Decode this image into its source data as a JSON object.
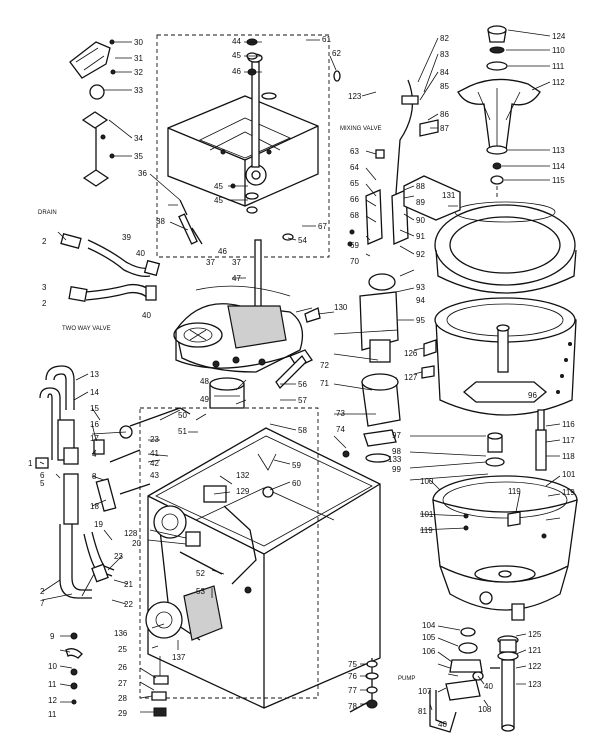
{
  "callouts": [
    {
      "id": "c30",
      "text": "30"
    },
    {
      "id": "c31",
      "text": "31"
    },
    {
      "id": "c32",
      "text": "32"
    },
    {
      "id": "c33",
      "text": "33"
    },
    {
      "id": "c34",
      "text": "34"
    },
    {
      "id": "c35",
      "text": "35"
    },
    {
      "id": "c36",
      "text": "36"
    },
    {
      "id": "c37a",
      "text": "37"
    },
    {
      "id": "c37b",
      "text": "37"
    },
    {
      "id": "c38",
      "text": "38"
    },
    {
      "id": "c39",
      "text": "39"
    },
    {
      "id": "c40a",
      "text": "40"
    },
    {
      "id": "c40b",
      "text": "40"
    },
    {
      "id": "c2a",
      "text": "2"
    },
    {
      "id": "c2b",
      "text": "2"
    },
    {
      "id": "c3",
      "text": "3"
    },
    {
      "id": "c44",
      "text": "44"
    },
    {
      "id": "c45a",
      "text": "45"
    },
    {
      "id": "c46a",
      "text": "46"
    },
    {
      "id": "c61",
      "text": "61"
    },
    {
      "id": "c62",
      "text": "62"
    },
    {
      "id": "c45b",
      "text": "45"
    },
    {
      "id": "c45c",
      "text": "45"
    },
    {
      "id": "c47",
      "text": "47"
    },
    {
      "id": "c46b",
      "text": "46"
    },
    {
      "id": "c48",
      "text": "48"
    },
    {
      "id": "c49",
      "text": "49"
    },
    {
      "id": "c50",
      "text": "50"
    },
    {
      "id": "c51",
      "text": "51"
    },
    {
      "id": "c130",
      "text": "130"
    },
    {
      "id": "c56",
      "text": "56"
    },
    {
      "id": "c57",
      "text": "57"
    },
    {
      "id": "c58",
      "text": "58"
    },
    {
      "id": "c54",
      "text": "54"
    },
    {
      "id": "c67",
      "text": "67"
    },
    {
      "id": "c123",
      "text": "123"
    },
    {
      "id": "c82",
      "text": "82"
    },
    {
      "id": "c83",
      "text": "83"
    },
    {
      "id": "c84",
      "text": "84"
    },
    {
      "id": "c85",
      "text": "85"
    },
    {
      "id": "c86",
      "text": "86"
    },
    {
      "id": "c87",
      "text": "87"
    },
    {
      "id": "c63",
      "text": "63"
    },
    {
      "id": "c64",
      "text": "64"
    },
    {
      "id": "c65",
      "text": "65"
    },
    {
      "id": "c66",
      "text": "66"
    },
    {
      "id": "c68",
      "text": "68"
    },
    {
      "id": "c69",
      "text": "69"
    },
    {
      "id": "c70",
      "text": "70"
    },
    {
      "id": "c88",
      "text": "88"
    },
    {
      "id": "c89",
      "text": "89"
    },
    {
      "id": "c90",
      "text": "90"
    },
    {
      "id": "c91",
      "text": "91"
    },
    {
      "id": "c92",
      "text": "92"
    },
    {
      "id": "c93",
      "text": "93"
    },
    {
      "id": "c94",
      "text": "94"
    },
    {
      "id": "c95",
      "text": "95"
    },
    {
      "id": "c96",
      "text": "96"
    },
    {
      "id": "c126",
      "text": "126"
    },
    {
      "id": "c127",
      "text": "127"
    },
    {
      "id": "c131",
      "text": "131"
    },
    {
      "id": "c124",
      "text": "124"
    },
    {
      "id": "c110",
      "text": "110"
    },
    {
      "id": "c111",
      "text": "111"
    },
    {
      "id": "c112",
      "text": "112"
    },
    {
      "id": "c113",
      "text": "113"
    },
    {
      "id": "c114",
      "text": "114"
    },
    {
      "id": "c115",
      "text": "115"
    },
    {
      "id": "c71",
      "text": "71"
    },
    {
      "id": "c72",
      "text": "72"
    },
    {
      "id": "c73",
      "text": "73"
    },
    {
      "id": "c74",
      "text": "74"
    },
    {
      "id": "c97",
      "text": "97"
    },
    {
      "id": "c98",
      "text": "98"
    },
    {
      "id": "c99",
      "text": "99"
    },
    {
      "id": "c133",
      "text": "133"
    },
    {
      "id": "c116",
      "text": "116"
    },
    {
      "id": "c117",
      "text": "117"
    },
    {
      "id": "c118",
      "text": "118"
    },
    {
      "id": "c101a",
      "text": "101"
    },
    {
      "id": "c119a",
      "text": "119"
    },
    {
      "id": "c100",
      "text": "100"
    },
    {
      "id": "c119b",
      "text": "119"
    },
    {
      "id": "c101b",
      "text": "101"
    },
    {
      "id": "c119c",
      "text": "119"
    },
    {
      "id": "c13",
      "text": "13"
    },
    {
      "id": "c14",
      "text": "14"
    },
    {
      "id": "c15",
      "text": "15"
    },
    {
      "id": "c16",
      "text": "16"
    },
    {
      "id": "c17",
      "text": "17"
    },
    {
      "id": "c18",
      "text": "18"
    },
    {
      "id": "c19",
      "text": "19"
    },
    {
      "id": "c1",
      "text": "1"
    },
    {
      "id": "c4",
      "text": "4"
    },
    {
      "id": "c5",
      "text": "5"
    },
    {
      "id": "c6",
      "text": "6"
    },
    {
      "id": "c7",
      "text": "7"
    },
    {
      "id": "c8",
      "text": "8"
    },
    {
      "id": "c9",
      "text": "9"
    },
    {
      "id": "c10",
      "text": "10"
    },
    {
      "id": "c11a",
      "text": "11"
    },
    {
      "id": "c11b",
      "text": "11"
    },
    {
      "id": "c12",
      "text": "12"
    },
    {
      "id": "c2c",
      "text": "2"
    },
    {
      "id": "c20",
      "text": "20"
    },
    {
      "id": "c21",
      "text": "21"
    },
    {
      "id": "c22",
      "text": "22"
    },
    {
      "id": "c23a",
      "text": "23"
    },
    {
      "id": "c23b",
      "text": "23"
    },
    {
      "id": "c41",
      "text": "41"
    },
    {
      "id": "c42",
      "text": "42"
    },
    {
      "id": "c43",
      "text": "43"
    },
    {
      "id": "c132",
      "text": "132"
    },
    {
      "id": "c129",
      "text": "129"
    },
    {
      "id": "c59",
      "text": "59"
    },
    {
      "id": "c60",
      "text": "60"
    },
    {
      "id": "c128",
      "text": "128"
    },
    {
      "id": "c52",
      "text": "52"
    },
    {
      "id": "c53",
      "text": "53"
    },
    {
      "id": "c136",
      "text": "136"
    },
    {
      "id": "c137",
      "text": "137"
    },
    {
      "id": "c25",
      "text": "25"
    },
    {
      "id": "c26",
      "text": "26"
    },
    {
      "id": "c27",
      "text": "27"
    },
    {
      "id": "c28",
      "text": "28"
    },
    {
      "id": "c29",
      "text": "29"
    },
    {
      "id": "c75",
      "text": "75"
    },
    {
      "id": "c76",
      "text": "76"
    },
    {
      "id": "c77",
      "text": "77"
    },
    {
      "id": "c78",
      "text": "78"
    },
    {
      "id": "c104",
      "text": "104"
    },
    {
      "id": "c105",
      "text": "105"
    },
    {
      "id": "c106",
      "text": "106"
    },
    {
      "id": "c107",
      "text": "107"
    },
    {
      "id": "c108",
      "text": "108"
    },
    {
      "id": "c81",
      "text": "81"
    },
    {
      "id": "c121",
      "text": "121"
    },
    {
      "id": "c122",
      "text": "122"
    },
    {
      "id": "c125",
      "text": "125"
    },
    {
      "id": "c40c",
      "text": "40"
    },
    {
      "id": "c40d",
      "text": "40"
    }
  ],
  "notes": {
    "drain": "DRAIN",
    "two_way_valve": "TWO WAY VALVE",
    "mixing_valve": "MIXING VALVE",
    "pump": "PUMP"
  }
}
